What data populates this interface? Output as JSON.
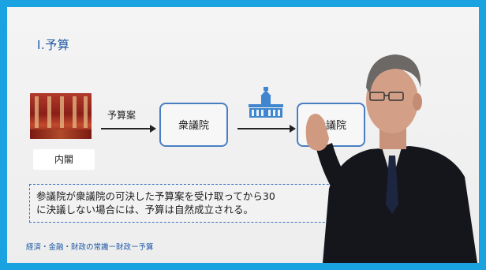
{
  "slide": {
    "title": "I.予算",
    "cabinet_label": "内閣",
    "arrow_label": "予算案",
    "lower_house": "衆議院",
    "upper_house": "参議院",
    "note_line1": "参議院が衆議院の可決した予算案を受け取ってから30",
    "note_line2": "に決議しない場合には、予算は自然成立される。",
    "footer": "経済・金融・財政の常識ー財政ー予算"
  },
  "colors": {
    "frame": "#1aa3e0",
    "accent": "#1f5aa6",
    "box_border": "#4a7ec3",
    "diet_building": "#3f86cf"
  },
  "icons": {
    "cabinet": "cabinet-meeting-photo",
    "diet": "diet-building-icon"
  }
}
